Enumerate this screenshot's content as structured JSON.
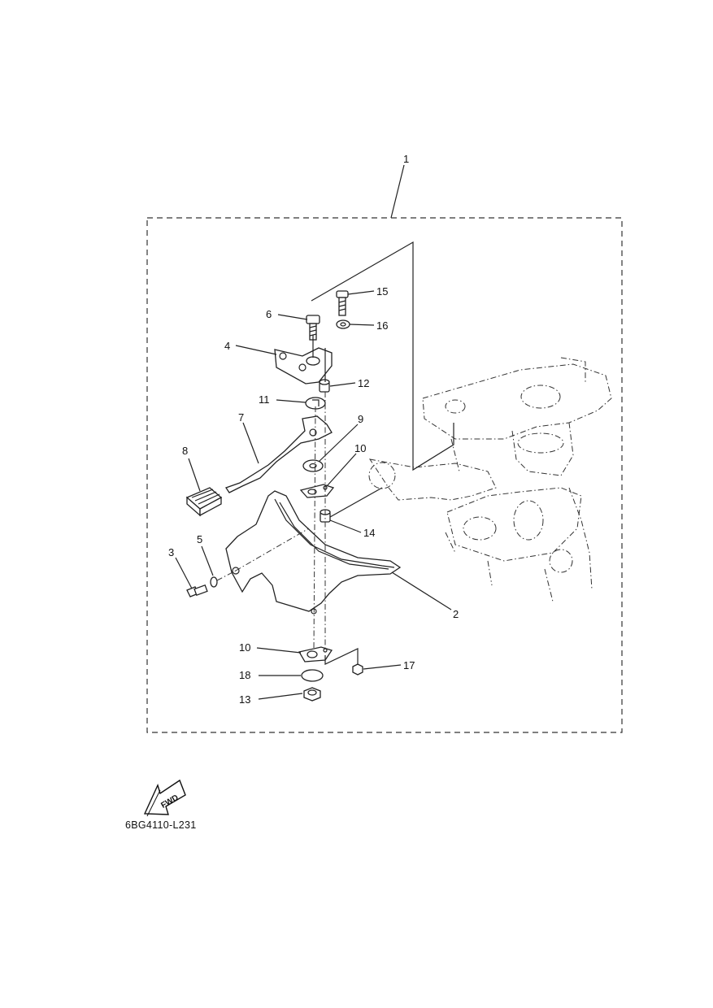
{
  "callouts": {
    "c1": "1",
    "c2": "2",
    "c3": "3",
    "c4": "4",
    "c5": "5",
    "c6": "6",
    "c7": "7",
    "c8": "8",
    "c9": "9",
    "c10a": "10",
    "c10b": "10",
    "c11": "11",
    "c12": "12",
    "c13": "13",
    "c14": "14",
    "c15": "15",
    "c16": "16",
    "c17": "17",
    "c18": "18"
  },
  "fwd_label": "FWD",
  "diagram_code": "6BG4110-L231"
}
